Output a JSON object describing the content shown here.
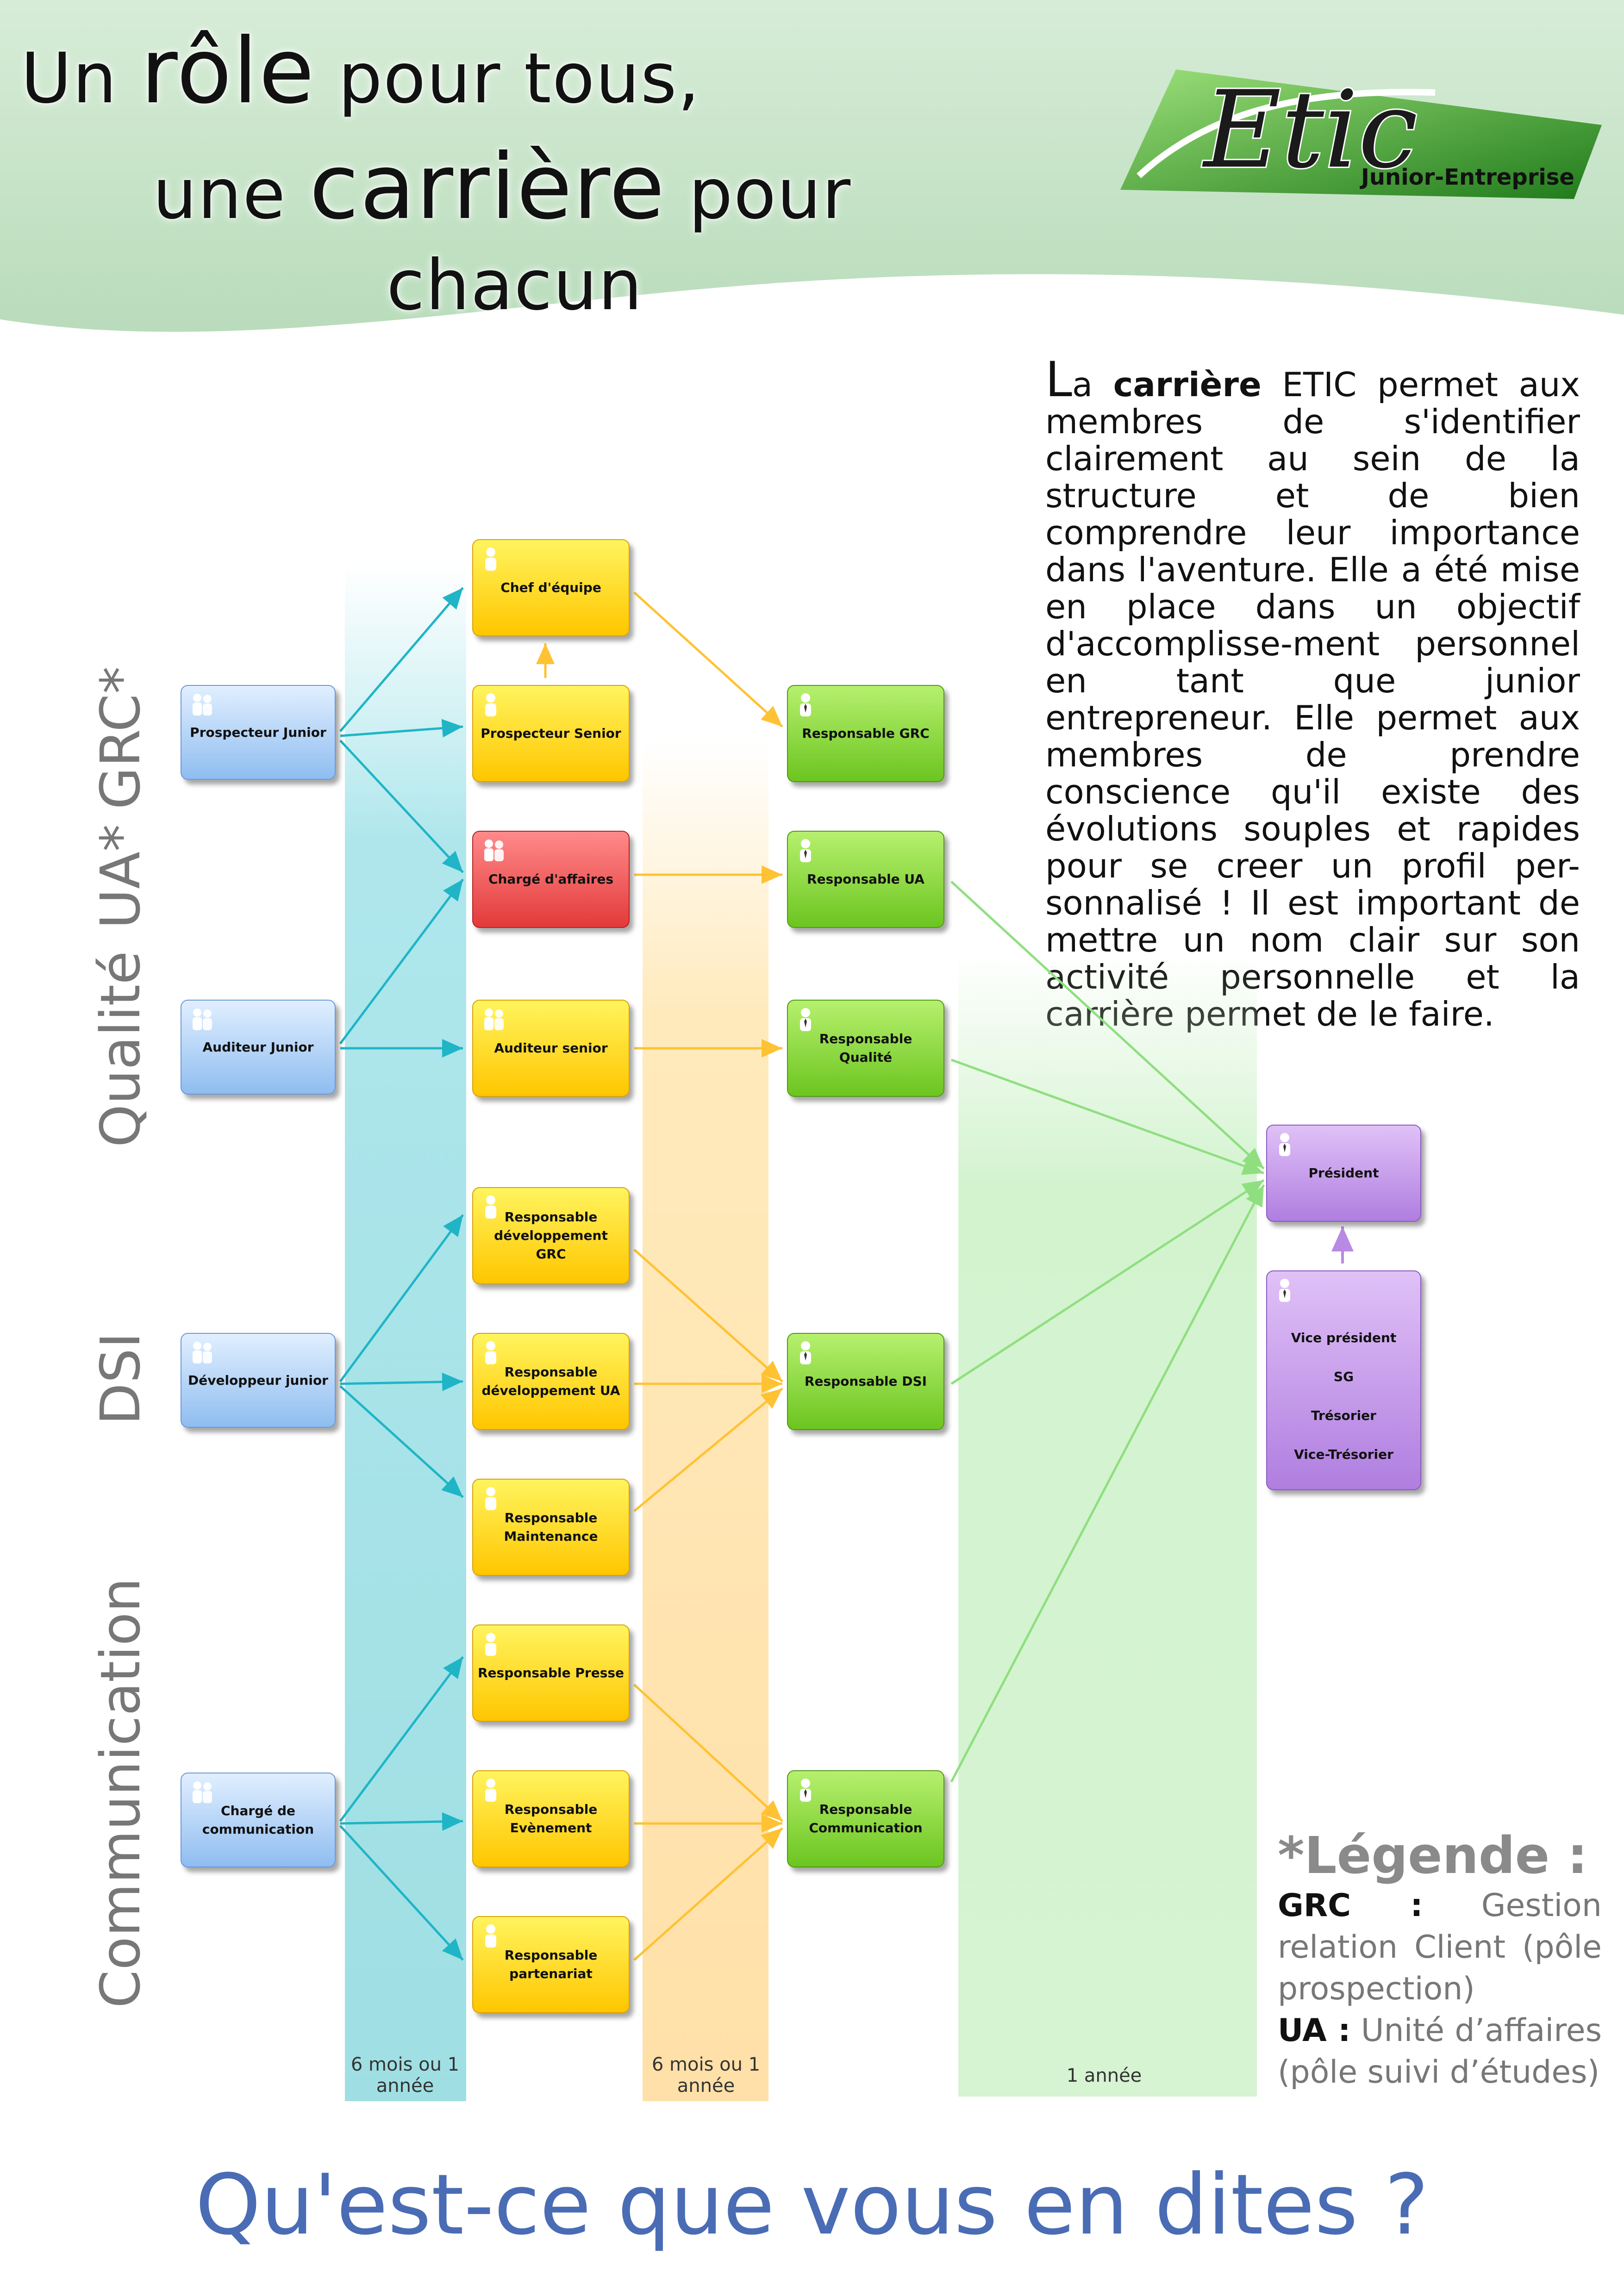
{
  "header": {
    "title_line1_pre": "Un ",
    "title_line1_big": "rôle",
    "title_line1_post": " pour tous,",
    "title_line2_pre": "une ",
    "title_line2_big": "carrière",
    "title_line2_post": " pour",
    "title_line3": "chacun"
  },
  "logo": {
    "brand": "Etic",
    "subtitle": "Junior-Entreprise"
  },
  "intro": {
    "first_letter": "L",
    "a": "a ",
    "bold": "carrière",
    "text": " ETIC permet aux membres de s'identifier clairement au sein de la structure et de bien comprendre leur importance dans l'aventure. Elle a été mise en place dans un objectif d'accomplisse-ment personnel en tant que junior entrepreneur. Elle permet aux membres de prendre conscience qu'il existe des évolutions souples et rapides pour se creer un profil per-sonnalisé ! Il est important de mettre un nom clair sur son activité personnelle et la carrière permet de le faire."
  },
  "categories": [
    "GRC*",
    "UA*",
    "Qualité",
    "DSI",
    "Communication"
  ],
  "bands": [
    "6 mois ou 1 année",
    "6 mois ou 1 année",
    "1 année"
  ],
  "nodes": {
    "prospecteur_junior": "Prospecteur Junior",
    "auditeur_junior": "Auditeur Junior",
    "developpeur_junior": "Développeur junior",
    "charge_communication": "Chargé de communication",
    "chef_equipe": "Chef d'équipe",
    "prospecteur_senior": "Prospecteur Senior",
    "charge_affaires": "Chargé d'affaires",
    "auditeur_senior": "Auditeur senior",
    "resp_dev_grc": "Responsable développement GRC",
    "resp_dev_ua": "Responsable développement UA",
    "resp_maintenance": "Responsable Maintenance",
    "resp_presse": "Responsable Presse",
    "resp_evenement": "Responsable Evènement",
    "resp_partenariat": "Responsable partenariat",
    "resp_grc": "Responsable GRC",
    "resp_ua": "Responsable UA",
    "resp_qualite": "Responsable Qualité",
    "resp_dsi": "Responsable DSI",
    "resp_communication": "Responsable Communication",
    "president": "Président",
    "bureau": [
      "Vice président",
      "SG",
      "Trésorier",
      "Vice-Trésorier"
    ]
  },
  "legend": {
    "title": "*Légende :",
    "grc_key": "GRC :",
    "grc_text": " Gestion relation Client (pôle prospection)",
    "ua_key": "UA :",
    "ua_text": " Unité d’affaires (pôle suivi d’études)"
  },
  "footer": "Qu'est-ce que vous en dites ?",
  "colors": {
    "header_bg": "#c6e3c8",
    "junior": "#8fbdf0",
    "intermediate": "#ffd500",
    "charge_affaires": "#e33a3a",
    "responsable": "#7dd12a",
    "bureau": "#b88ae3",
    "arrow_teal": "#1fb5c6",
    "arrow_orange": "#ffc233",
    "arrow_green": "#8fdf80",
    "footer_text": "#4a6cb5"
  }
}
